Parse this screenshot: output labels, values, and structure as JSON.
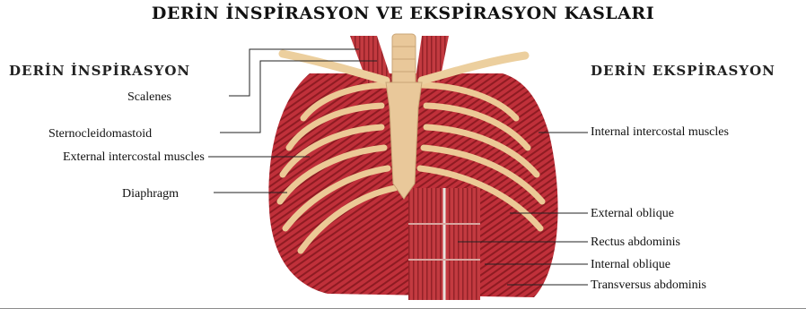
{
  "title": "DERİN İNSPİRASYON VE EKSPİRASYON KASLARI",
  "left_heading": "DERİN İNSPİRASYON",
  "right_heading": "DERİN EKSPİRASYON",
  "left_labels": [
    "Scalenes",
    "Sternocleidomastoid",
    "External intercostal muscles",
    "Diaphragm"
  ],
  "right_labels": [
    "Internal intercostal muscles",
    "External oblique",
    "Rectus abdominis",
    "Internal oblique",
    "Transversus abdominis"
  ],
  "colors": {
    "muscle": "#c0303a",
    "muscle_dark": "#8e1b22",
    "bone": "#e9c89a",
    "cartilage": "#d8d6d3"
  }
}
